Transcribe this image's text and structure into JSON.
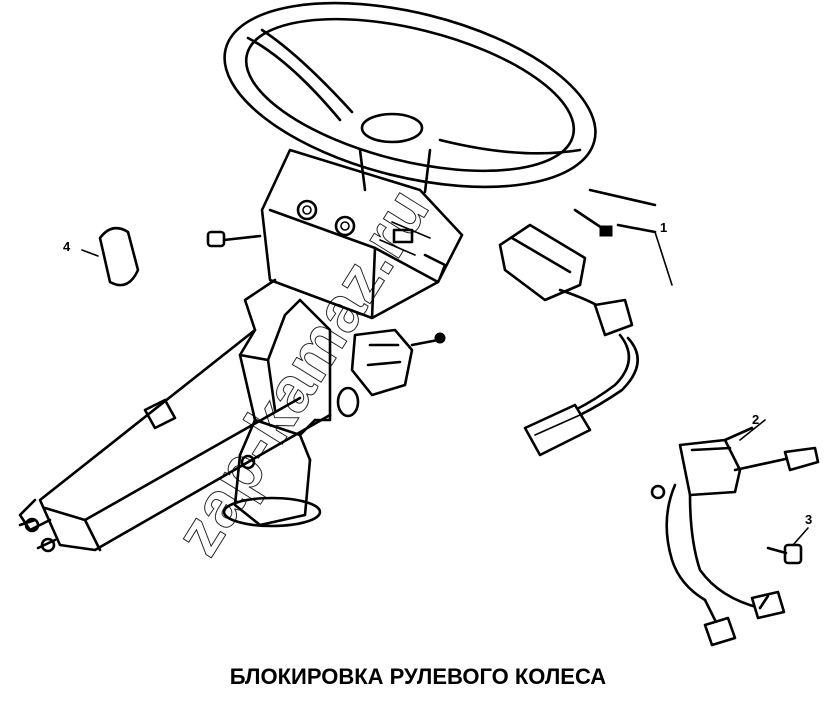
{
  "title": "БЛОКИРОВКА РУЛЕВОГО КОЛЕСА",
  "watermark": "zap-kamaz.ru",
  "callouts": {
    "c1": "1",
    "c2": "2",
    "c3": "3",
    "c4": "4"
  },
  "colors": {
    "ink": "#000000",
    "paper": "#ffffff"
  }
}
